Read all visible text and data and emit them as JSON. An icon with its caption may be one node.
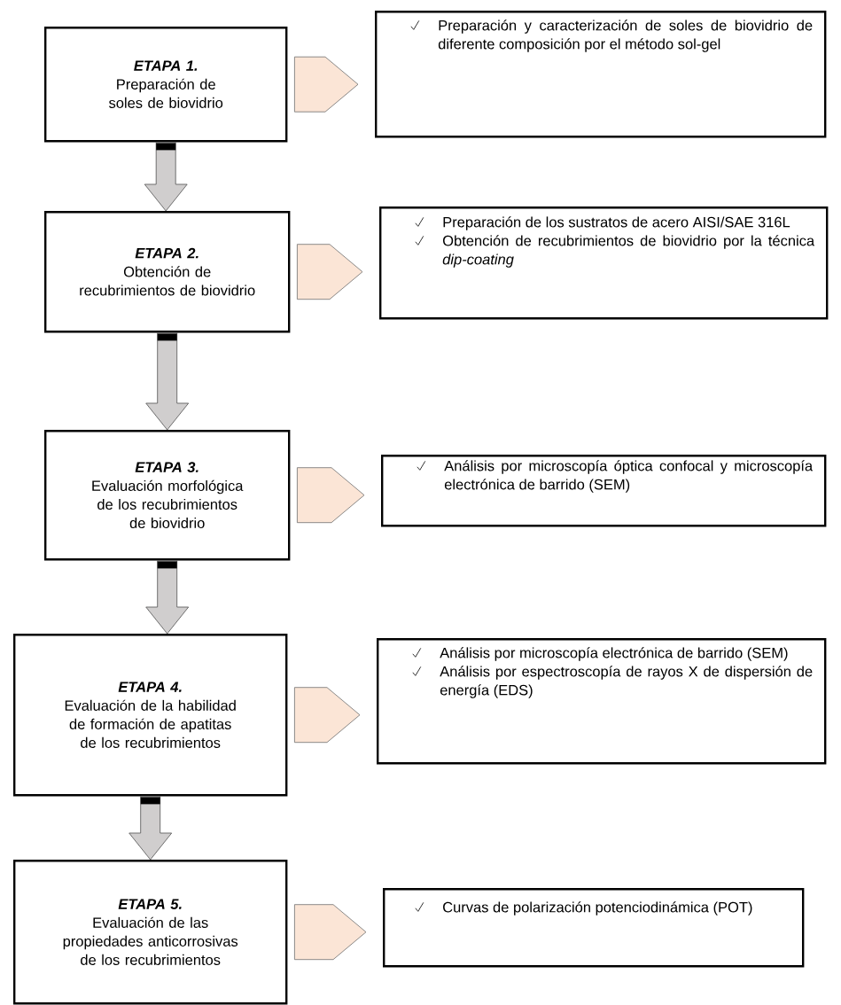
{
  "diagram": {
    "nodes": [
      {
        "text": [
          "ETAPA 1.",
          "Preparación de soles de biovidrio"
        ]
      },
      {
        "text": [
          "Preparación y caracterización de soles de biovidrio de diferente composición por el método sol-gel"
        ]
      },
      {
        "text": [
          "ETAPA 2.",
          "Obtención de recubrimientos de biovidrio"
        ]
      },
      {
        "text": [
          "Preparación de los sustratos de acero AISI/SAE 316L",
          "Obtención de recubrimientos de biovidrio por la técnica *dip-coating*"
        ]
      },
      {
        "text": [
          "ETAPA 3.",
          "Evaluación morfológica de los recubrimientos de biovidrio"
        ]
      },
      {
        "text": [
          "Análisis por microscopía óptica confocal y microscopía electrónica de barrido (SEM)"
        ]
      },
      {
        "text": [
          "ETAPA 4.",
          "Evaluación de la habilidad de formación de apatitas de los recubrimientos"
        ]
      },
      {
        "text": [
          "Análisis por microscopía electrónica de barrido (SEM)",
          "Análisis por espectroscopía de rayos X de dispersión de energía (EDS)"
        ]
      },
      {
        "text": [
          "ETAPA 5.",
          "Evaluación de las propiedades anticorrosivas de los recubrimientos"
        ]
      },
      {
        "text": [
          "Curvas de polarización potenciodinámica (POT)"
        ]
      }
    ],
    "edges": [
      {
        "from": 0,
        "to": 1,
        "arrow": "to",
        "color": "#fbe5d6"
      },
      {
        "from": 0,
        "to": 2,
        "arrow": "to",
        "color": "#d0cece"
      },
      {
        "from": 2,
        "to": 3,
        "arrow": "to",
        "color": "#fbe5d6"
      },
      {
        "from": 2,
        "to": 4,
        "arrow": "to",
        "color": "#d0cece"
      },
      {
        "from": 4,
        "to": 5,
        "arrow": "to",
        "color": "#fbe5d6"
      },
      {
        "from": 4,
        "to": 6,
        "arrow": "to",
        "color": "#d0cece"
      },
      {
        "from": 6,
        "to": 7,
        "arrow": "to",
        "color": "#fbe5d6"
      },
      {
        "from": 6,
        "to": 8,
        "arrow": "to",
        "color": "#d0cece"
      },
      {
        "from": 8,
        "to": 9,
        "arrow": "to",
        "color": "#fbe5d6"
      }
    ]
  }
}
